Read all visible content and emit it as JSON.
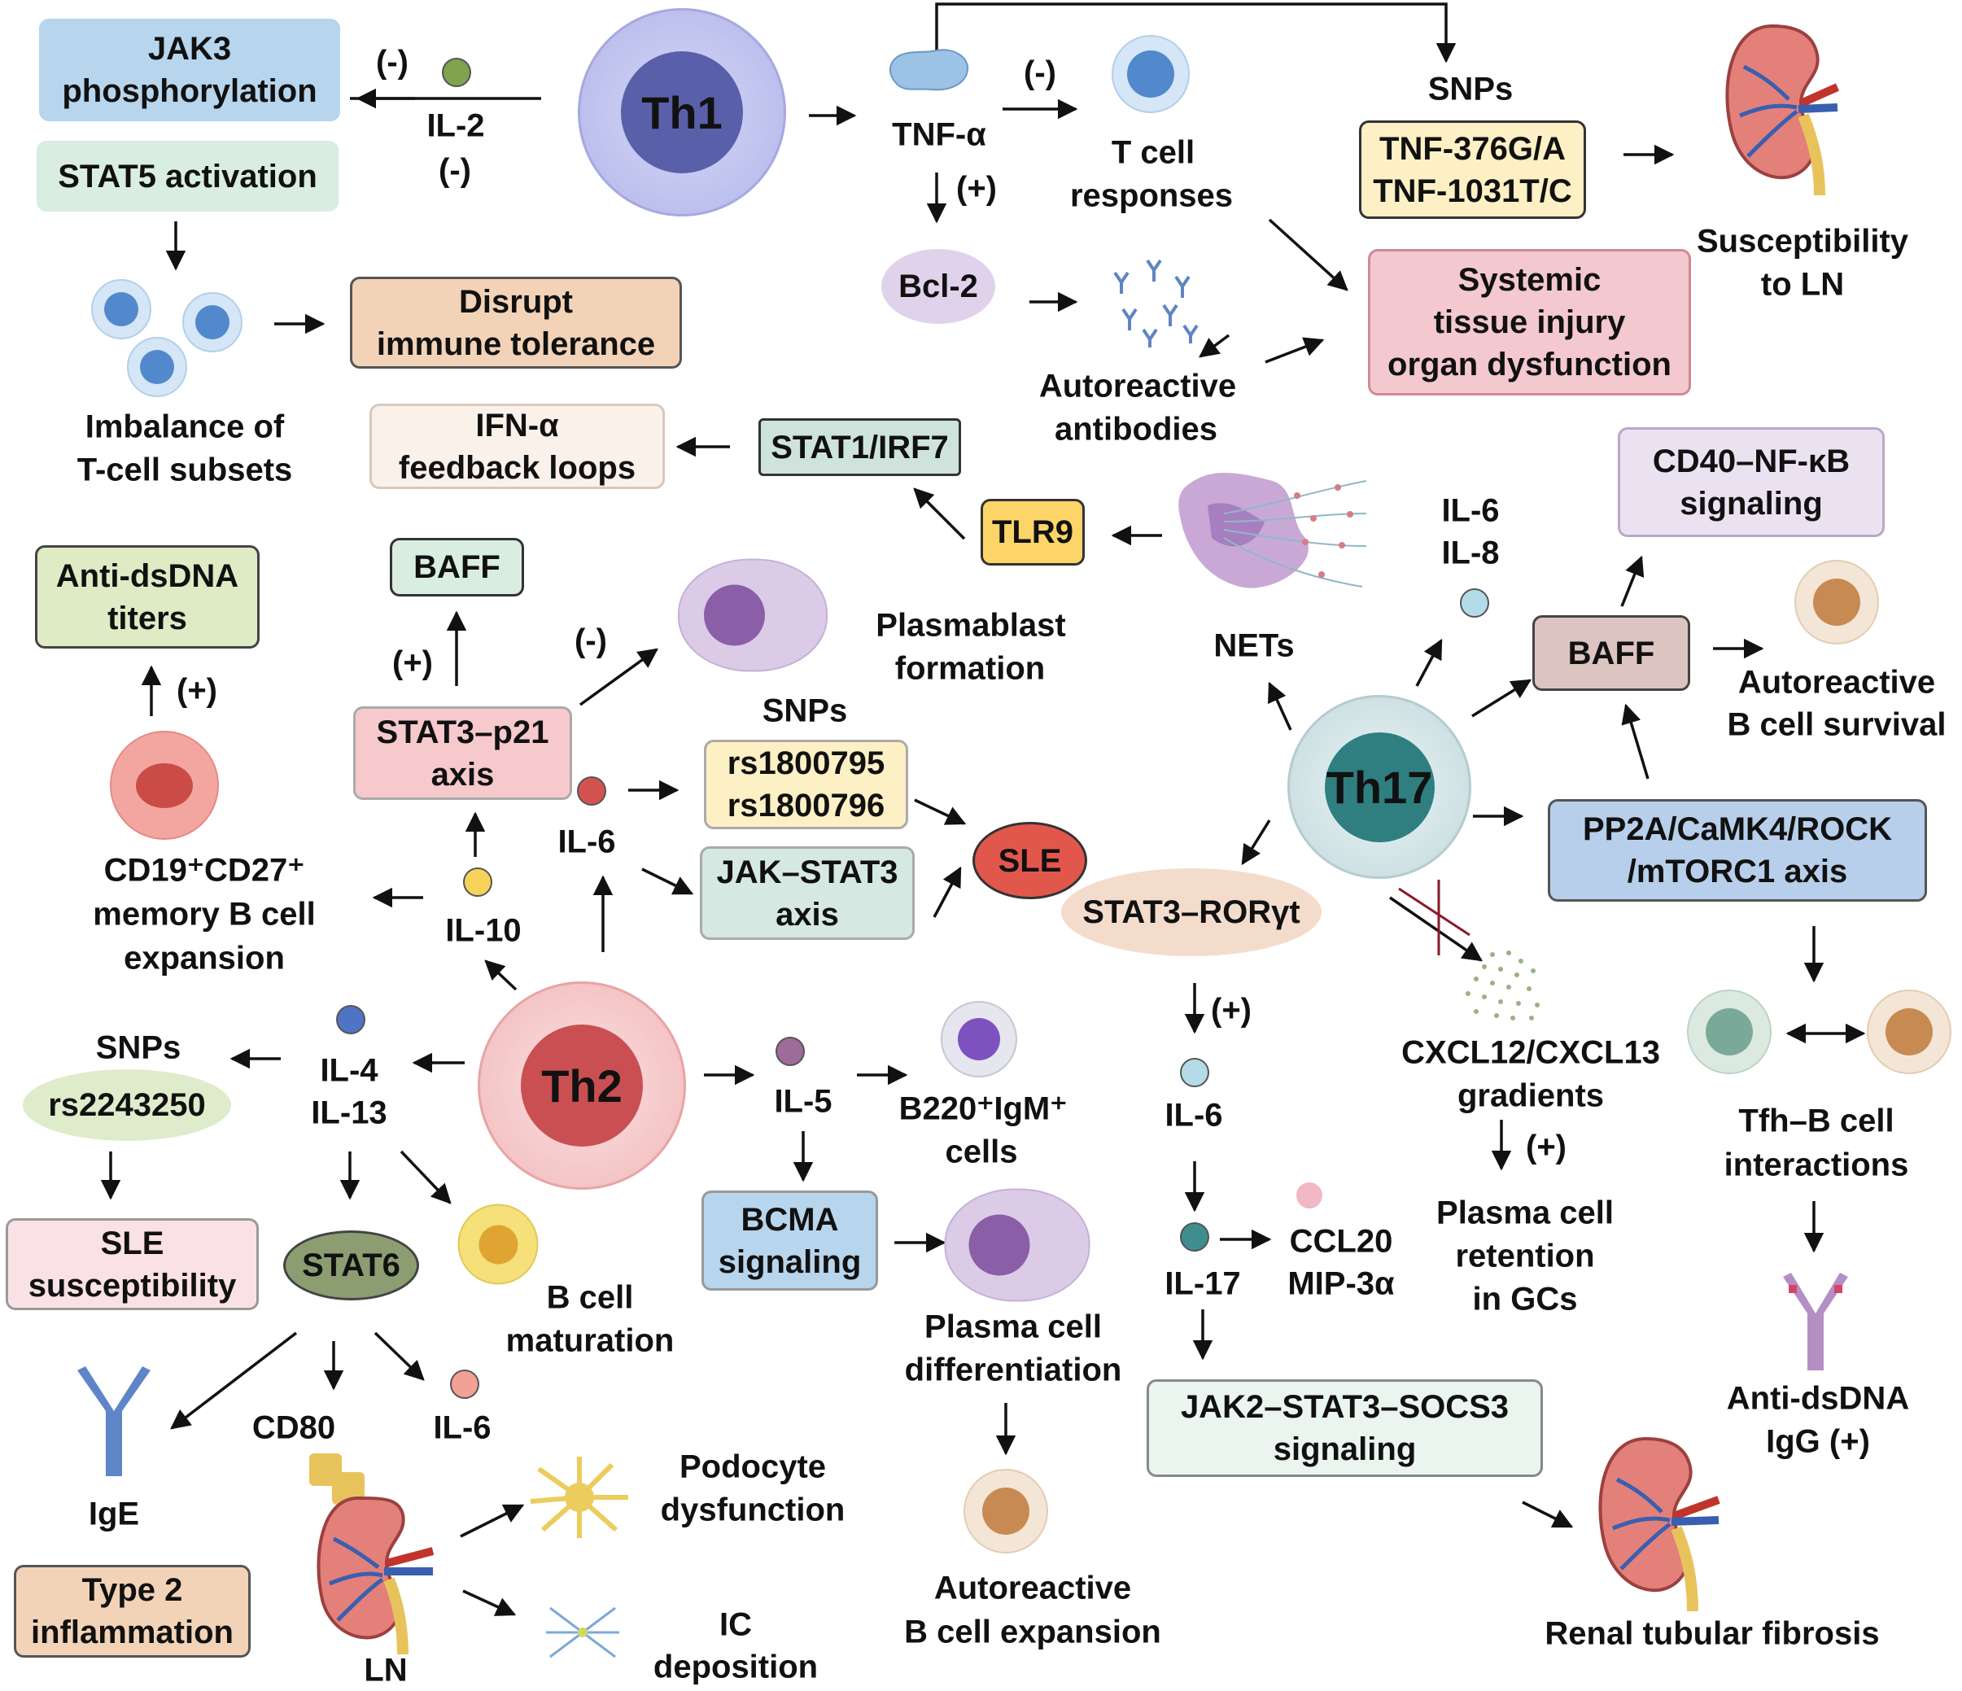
{
  "labels": {
    "il2": "IL-2",
    "il2_neg": "(-)",
    "il2_to_jak3_neg": "(-)",
    "tnfa": "TNF-α",
    "tnf_tcell_neg": "(-)",
    "tnf_bcl2_pos": "(+)",
    "tcell": "T cell",
    "responses": "responses",
    "snps_top": "SNPs",
    "susceptibility": "Susceptibility",
    "to_ln": "to LN",
    "imbalance": "Imbalance of",
    "tcell_subsets": "T-cell subsets",
    "autoreactive": "Autoreactive",
    "antibodies": "antibodies",
    "il6_th17": "IL-6",
    "il8_th17": "IL-8",
    "nets": "NETs",
    "plasmablast": "Plasmablast",
    "formation": "formation",
    "snps_mid": "SNPs",
    "stat3_baff_pos": "(+)",
    "stat3_plasmablast_neg": "(-)",
    "antidsdna_pos": "(+)",
    "il6_th2": "IL-6",
    "il10": "IL-10",
    "cd19": "CD19⁺CD27⁺",
    "memory_b": "memory B cell",
    "expansion": "expansion",
    "autoreactive_b": "Autoreactive",
    "b_survival": "B cell survival",
    "snps_low": "SNPs",
    "il4": "IL-4",
    "il13": "IL-13",
    "il5": "IL-5",
    "b220": "B220⁺IgM⁺",
    "cells": "cells",
    "il6_ror": "IL-6",
    "ror_pos": "(+)",
    "cxcl": "CXCL12/CXCL13",
    "gradients": "gradients",
    "cxcl_pos": "(+)",
    "plasma_retention1": "Plasma cell",
    "plasma_retention2": "retention",
    "plasma_retention3": "in GCs",
    "tfh1": "Tfh–B cell",
    "tfh2": "interactions",
    "bmat1": "B cell",
    "bmat2": "maturation",
    "plasma_diff1": "Plasma cell",
    "plasma_diff2": "differentiation",
    "il17": "IL-17",
    "ccl20": "CCL20",
    "mip3a": "MIP-3α",
    "anti_igg1": "Anti-dsDNA",
    "anti_igg2": "IgG (+)",
    "cd80": "CD80",
    "il6_stat6": "IL-6",
    "ige": "IgE",
    "podocyte1": "Podocyte",
    "podocyte2": "dysfunction",
    "ln": "LN",
    "ic1": "IC",
    "ic2": "deposition",
    "auto_b_exp1": "Autoreactive",
    "auto_b_exp2": "B cell expansion",
    "renal": "Renal tubular fibrosis"
  },
  "boxes": {
    "jak3": [
      "JAK3",
      "phosphorylation"
    ],
    "stat5": [
      "STAT5 activation"
    ],
    "tnf_snps": [
      "TNF-376G/A",
      "TNF-1031T/C"
    ],
    "bcl2": [
      "Bcl-2"
    ],
    "systemic": [
      "Systemic",
      "tissue injury",
      "organ dysfunction"
    ],
    "disrupt": [
      "Disrupt",
      "immune tolerance"
    ],
    "ifn": [
      "IFN-α",
      "feedback loops"
    ],
    "stat1": [
      "STAT1/IRF7"
    ],
    "tlr9": [
      "TLR9"
    ],
    "cd40": [
      "CD40–NF-κB",
      "signaling"
    ],
    "baff_left": [
      "BAFF"
    ],
    "anti_dsdna": [
      "Anti-dsDNA",
      "titers"
    ],
    "baff_right": [
      "BAFF"
    ],
    "stat3p21": [
      "STAT3–p21",
      "axis"
    ],
    "rs_snps": [
      "rs1800795",
      "rs1800796"
    ],
    "sle": [
      "SLE"
    ],
    "jakstat3": [
      "JAK–STAT3",
      "axis"
    ],
    "pp2a": [
      "PP2A/CaMK4/ROCK",
      "/mTORC1 axis"
    ],
    "stat3ror": [
      "STAT3–RORγt"
    ],
    "rs2243250": [
      "rs2243250"
    ],
    "sle_susc": [
      "SLE",
      "susceptibility"
    ],
    "stat6": [
      "STAT6"
    ],
    "bcma": [
      "BCMA",
      "signaling"
    ],
    "jak2": [
      "JAK2–STAT3–SOCS3",
      "signaling"
    ],
    "type2": [
      "Type 2",
      "inflammation"
    ]
  },
  "cells": {
    "th1": "Th1",
    "th2": "Th2",
    "th17": "Th17"
  },
  "colors": {
    "th1": "#8f93d6",
    "th2": "#e07f82",
    "th17": "#3f8d8f"
  }
}
